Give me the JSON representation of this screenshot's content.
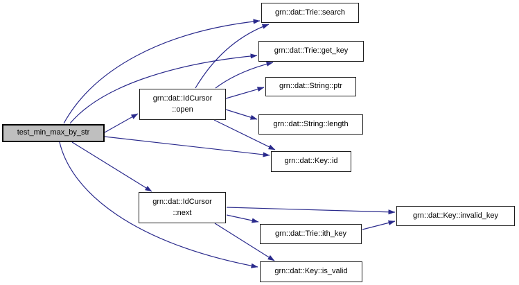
{
  "graph": {
    "kind": "call-graph",
    "colors": {
      "edge": "#2a2a8c",
      "node_border": "#1d1d1d",
      "node_background": "#ffffff",
      "focus_node_background": "#bfbfbf",
      "text": "#000000",
      "page_background": "#ffffff"
    },
    "nodes": {
      "main": {
        "label": "test_min_max_by_str"
      },
      "open": {
        "label": "grn::dat::IdCursor\n::open"
      },
      "next": {
        "label": "grn::dat::IdCursor\n::next"
      },
      "search": {
        "label": "grn::dat::Trie::search"
      },
      "get_key": {
        "label": "grn::dat::Trie::get_key"
      },
      "ptr": {
        "label": "grn::dat::String::ptr"
      },
      "length": {
        "label": "grn::dat::String::length"
      },
      "id": {
        "label": "grn::dat::Key::id"
      },
      "invalid_key": {
        "label": "grn::dat::Key::invalid_key"
      },
      "ith_key": {
        "label": "grn::dat::Trie::ith_key"
      },
      "is_valid": {
        "label": "grn::dat::Key::is_valid"
      }
    },
    "edges": [
      {
        "from": "test_min_max_by_str",
        "to": "grn::dat::Trie::search"
      },
      {
        "from": "test_min_max_by_str",
        "to": "grn::dat::Trie::get_key"
      },
      {
        "from": "test_min_max_by_str",
        "to": "grn::dat::IdCursor::open"
      },
      {
        "from": "test_min_max_by_str",
        "to": "grn::dat::Key::id"
      },
      {
        "from": "test_min_max_by_str",
        "to": "grn::dat::IdCursor::next"
      },
      {
        "from": "test_min_max_by_str",
        "to": "grn::dat::Key::is_valid"
      },
      {
        "from": "grn::dat::IdCursor::open",
        "to": "grn::dat::Trie::search"
      },
      {
        "from": "grn::dat::IdCursor::open",
        "to": "grn::dat::Trie::get_key"
      },
      {
        "from": "grn::dat::IdCursor::open",
        "to": "grn::dat::String::ptr"
      },
      {
        "from": "grn::dat::IdCursor::open",
        "to": "grn::dat::String::length"
      },
      {
        "from": "grn::dat::IdCursor::open",
        "to": "grn::dat::Key::id"
      },
      {
        "from": "grn::dat::IdCursor::next",
        "to": "grn::dat::Key::invalid_key"
      },
      {
        "from": "grn::dat::IdCursor::next",
        "to": "grn::dat::Trie::ith_key"
      },
      {
        "from": "grn::dat::IdCursor::next",
        "to": "grn::dat::Key::is_valid"
      },
      {
        "from": "grn::dat::Trie::ith_key",
        "to": "grn::dat::Key::invalid_key"
      }
    ]
  }
}
